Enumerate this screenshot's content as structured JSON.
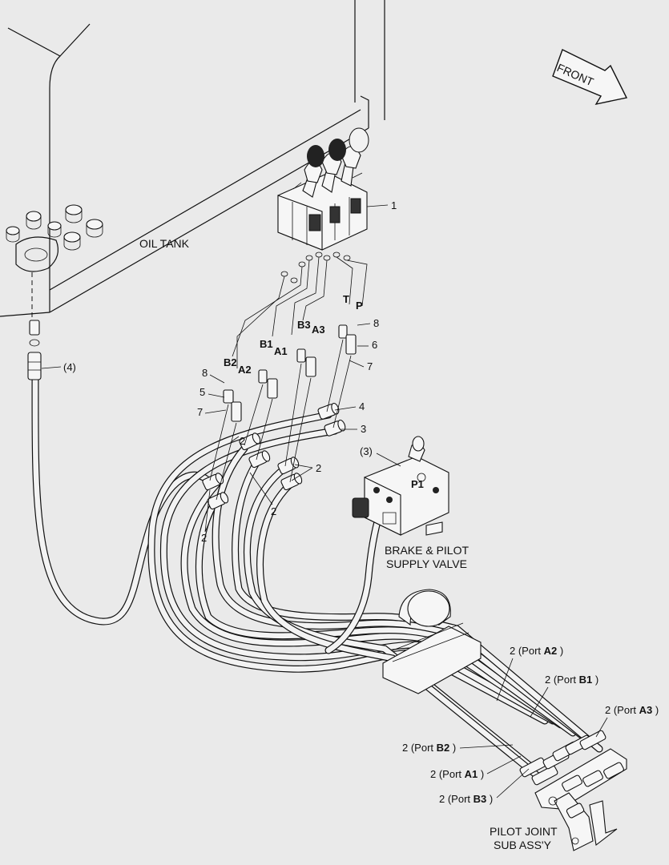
{
  "front_label": "FRONT",
  "oil_tank_label": "OIL TANK",
  "brake_valve_label": [
    "BRAKE & PILOT",
    "SUPPLY VALVE"
  ],
  "pilot_joint_label": [
    "PILOT JOINT",
    "SUB ASS'Y"
  ],
  "callouts": {
    "c1": "1",
    "c2a": "2",
    "c2b": "2",
    "c2c": "2",
    "c2d": "2",
    "c3": "3",
    "c4": "4",
    "c5": "5",
    "c6": "6",
    "c7a": "7",
    "c7b": "7",
    "c8a": "8",
    "c8b": "8",
    "ref3": "(3)",
    "ref4": "(4)"
  },
  "ports": {
    "T": "T",
    "P": "P",
    "B3": "B3",
    "A3": "A3",
    "B1": "B1",
    "A1": "A1",
    "B2": "B2",
    "A2": "A2",
    "P1": "P1"
  },
  "port_hoses": [
    {
      "prefix": "2 (Port ",
      "port": "A2",
      "suffix": " )"
    },
    {
      "prefix": "2 (Port ",
      "port": "B1",
      "suffix": " )"
    },
    {
      "prefix": "2 (Port ",
      "port": "A3",
      "suffix": " )"
    },
    {
      "prefix": "2 (Port ",
      "port": "B2",
      "suffix": " )"
    },
    {
      "prefix": "2 (Port ",
      "port": "A1",
      "suffix": " )"
    },
    {
      "prefix": "2 (Port ",
      "port": "B3",
      "suffix": " )"
    }
  ]
}
